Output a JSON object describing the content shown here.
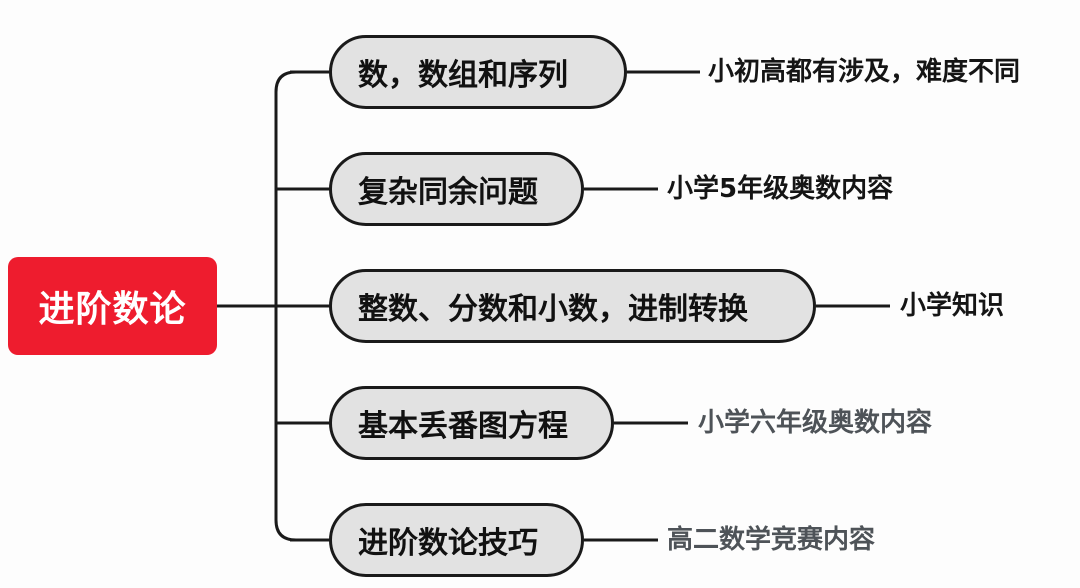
{
  "colors": {
    "root_bg": "#ee1c2e",
    "node_bg": "#e2e2e2",
    "line": "#1a1a1a",
    "note_dark": "#151515",
    "note_gray": "#4e5358"
  },
  "root": {
    "label": "进阶数论"
  },
  "branches": [
    {
      "label": "数，数组和序列",
      "note": "小初高都有涉及，难度不同",
      "note_color": "dark"
    },
    {
      "label": "复杂同余问题",
      "note": "小学5年级奥数内容",
      "note_color": "dark"
    },
    {
      "label": "整数、分数和小数，进制转换",
      "note": "小学知识",
      "note_color": "dark"
    },
    {
      "label": "基本丢番图方程",
      "note": "小学六年级奥数内容",
      "note_color": "gray"
    },
    {
      "label": "进阶数论技巧",
      "note": "高二数学竞赛内容",
      "note_color": "gray"
    }
  ]
}
